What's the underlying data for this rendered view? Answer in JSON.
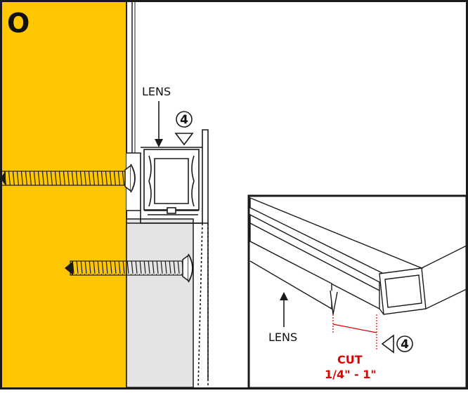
{
  "step_letter": "O",
  "main_view": {
    "lens_label": "LENS",
    "step_callout": "4"
  },
  "inset_view": {
    "lens_label": "LENS",
    "step_callout": "4",
    "cut_label": "CUT",
    "cut_range": "1/4\" - 1\""
  },
  "colors": {
    "wall": "#FFC700",
    "drywall": "#E4E4E4",
    "outline": "#1A1A1A",
    "cut_mark": "#E00000",
    "background": "#FFFFFF"
  }
}
